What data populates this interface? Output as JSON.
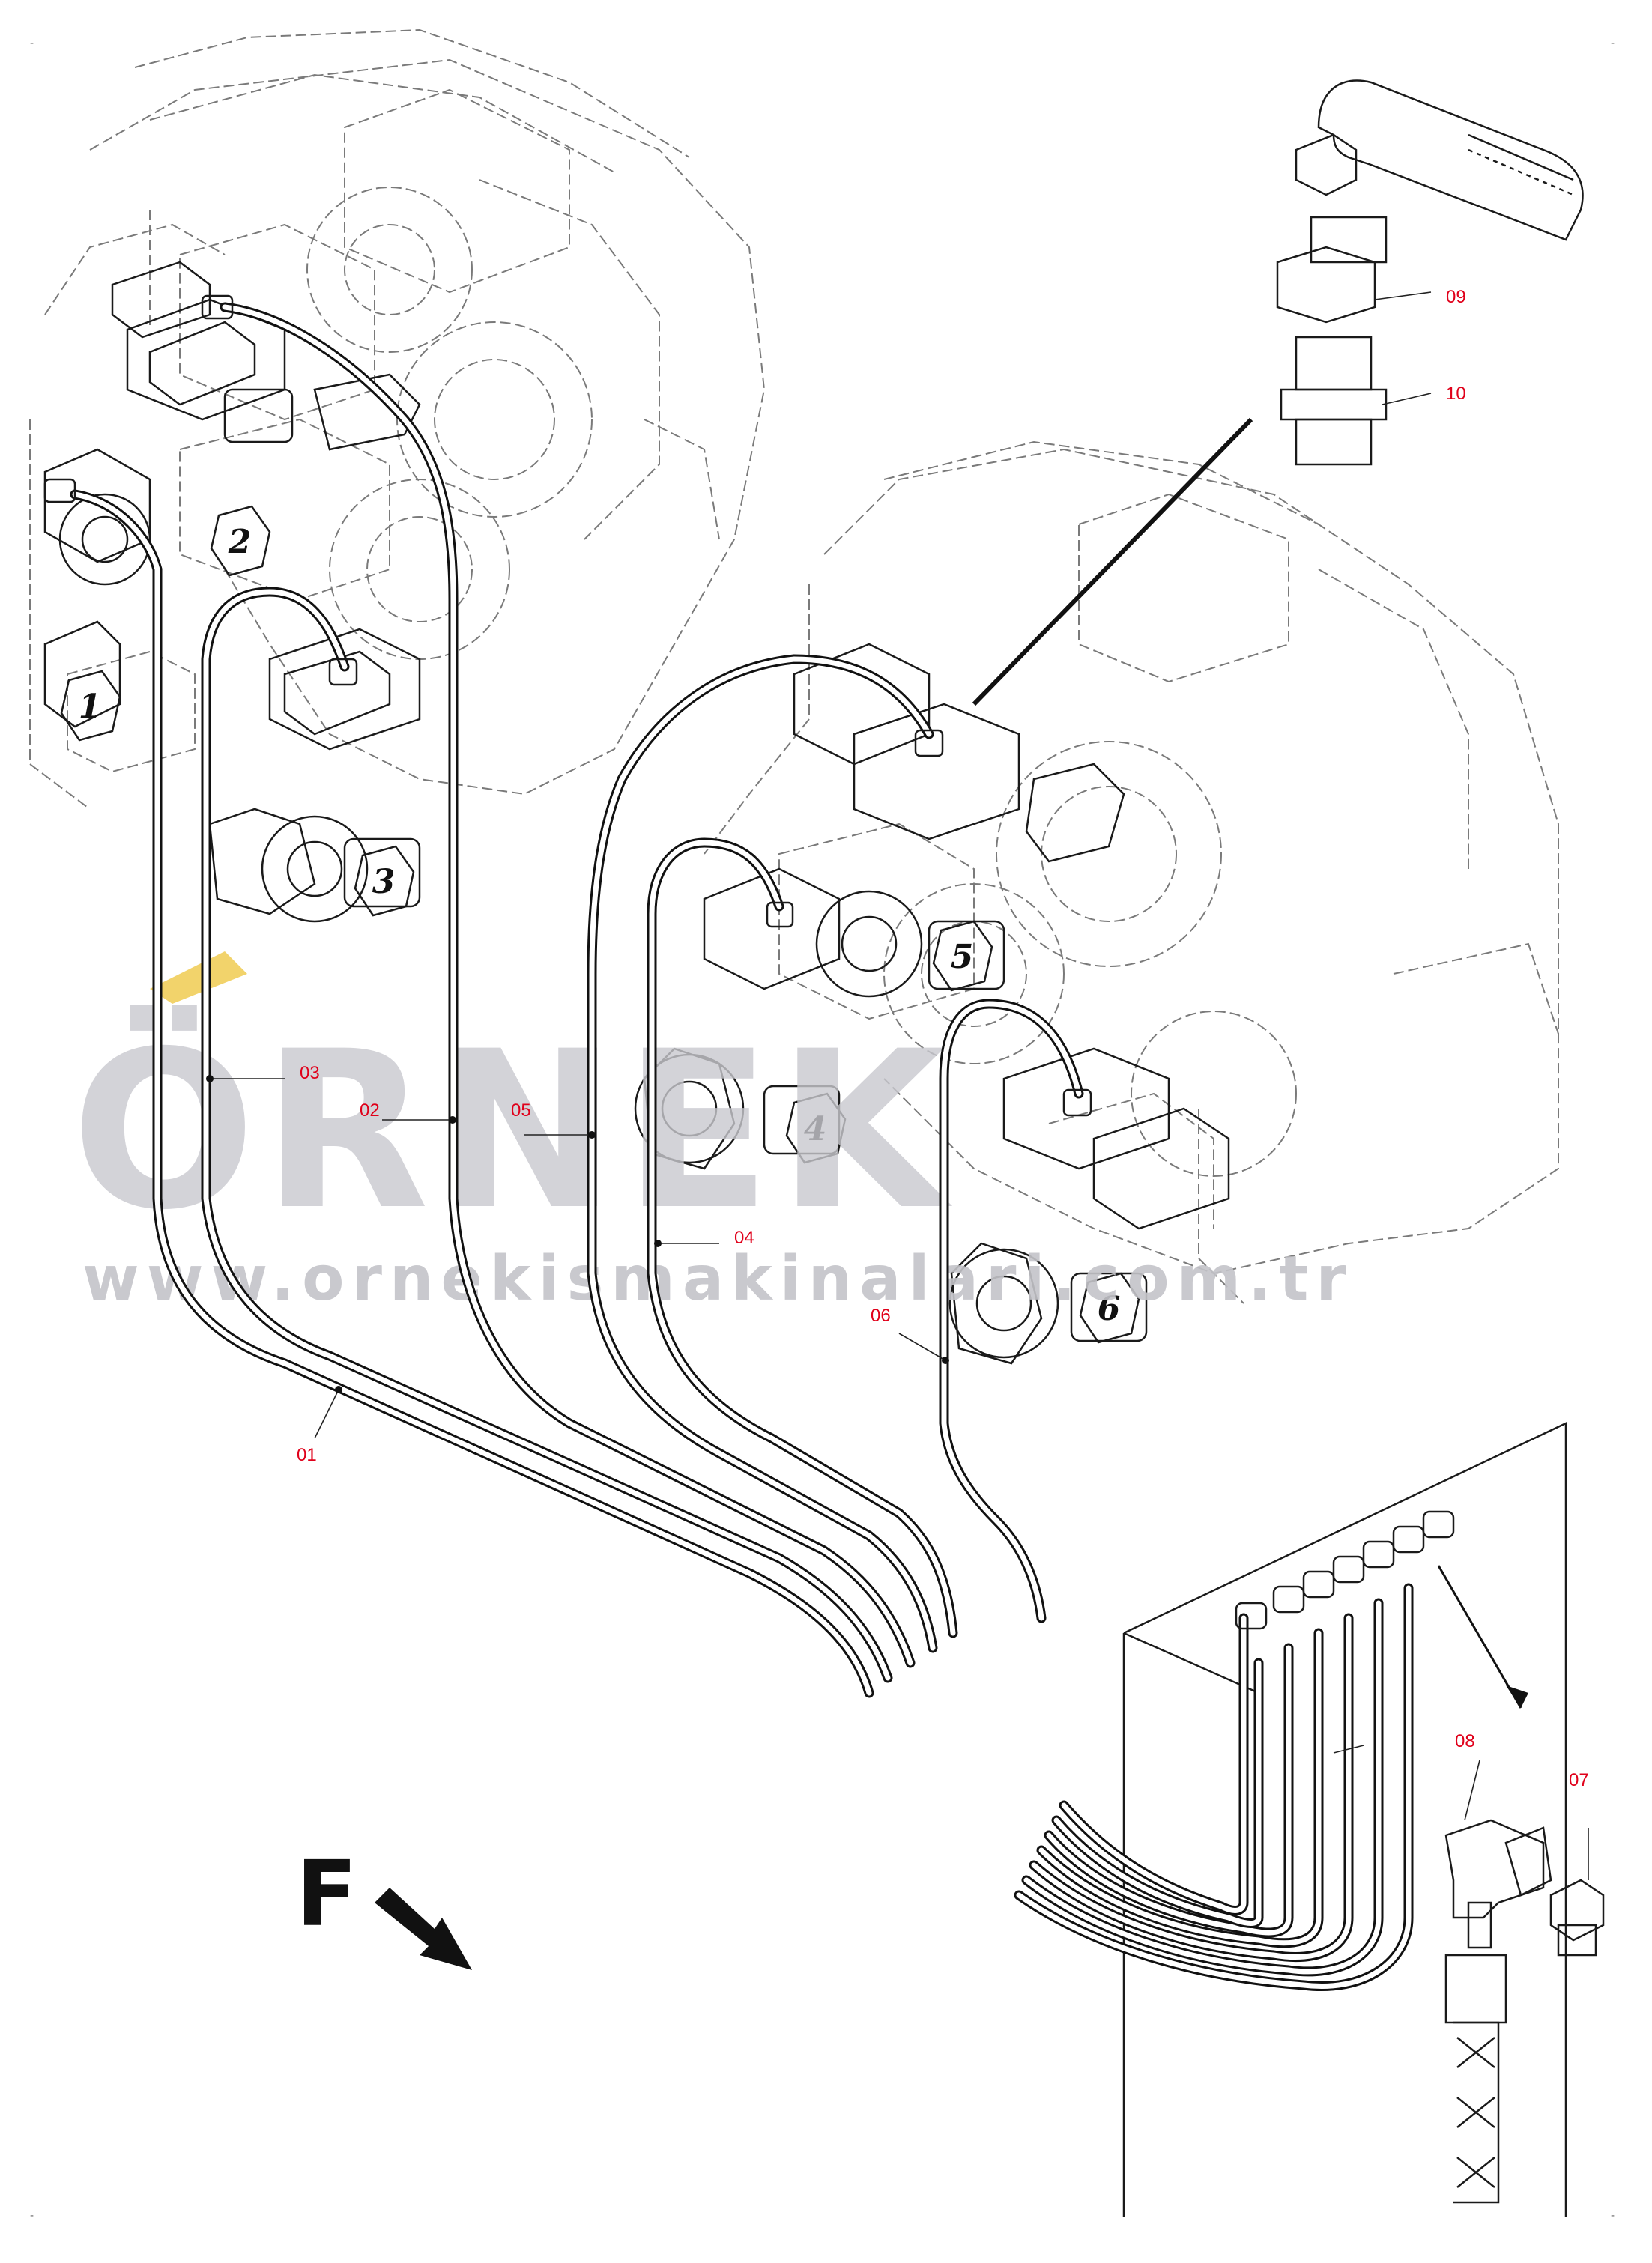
{
  "figure": {
    "callouts": {
      "c01": "01",
      "c02": "02",
      "c03": "03",
      "c04": "04",
      "c05": "05",
      "c06": "06",
      "c07": "07",
      "c08": "08",
      "c09": "09",
      "c10": "10"
    },
    "stations": {
      "s1": "1",
      "s2": "2",
      "s3": "3",
      "s4": "4",
      "s5": "5",
      "s6": "6"
    },
    "direction": {
      "letter": "F"
    },
    "watermark": {
      "brand": "ÖRNEK",
      "url": "www.ornekismakinalari.com.tr"
    },
    "colors": {
      "callout": "#e0001a",
      "line": "#111111",
      "ghost": "#7a7a7a",
      "watermark": "#c9c9cf",
      "watermark_accent": "#f2d36b"
    }
  }
}
